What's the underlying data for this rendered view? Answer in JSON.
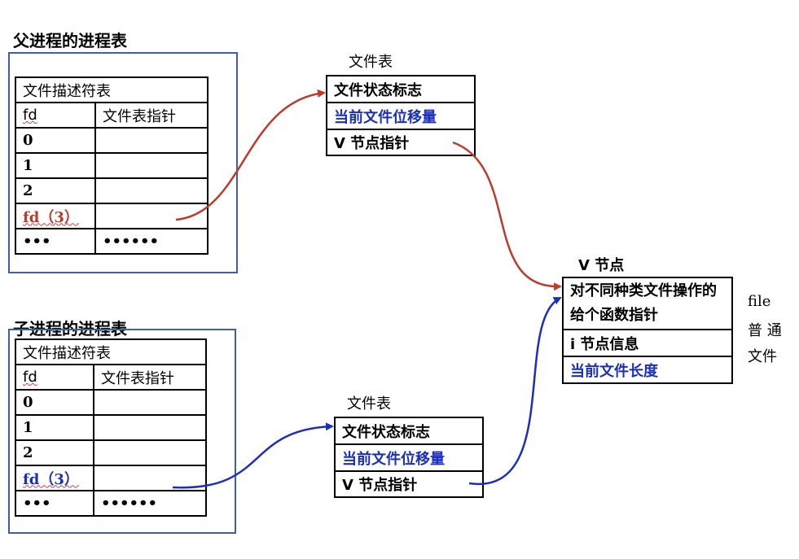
{
  "parent": {
    "title": "父进程的进程表",
    "table_title": "文件描述符表",
    "col_fd": "fd",
    "col_ptr": "文件表指针",
    "rows": [
      "0",
      "1",
      "2",
      "fd（3）",
      "•••"
    ],
    "ptr_last": "••••••"
  },
  "child": {
    "title": "子进程的进程表",
    "table_title": "文件描述符表",
    "col_fd": "fd",
    "col_ptr": "文件表指针",
    "rows": [
      "0",
      "1",
      "2",
      "fd（3）",
      "•••"
    ],
    "ptr_last": "••••••"
  },
  "file_table_top": {
    "title": "文件表",
    "rows": [
      "文件状态标志",
      "当前文件位移量",
      "V 节点指针"
    ]
  },
  "file_table_bottom": {
    "title": "文件表",
    "rows": [
      "文件状态标志",
      "当前文件位移量",
      "V 节点指针"
    ]
  },
  "vnode": {
    "title": "V 节点",
    "rows": [
      "对不同种类文件操作的给个函数指针",
      "i 节点信息",
      "当前文件长度"
    ]
  },
  "file_note": {
    "line1": "file",
    "line2": "普 通",
    "line3": "文件"
  },
  "colors": {
    "parent_arrow": "#c0392b",
    "child_arrow": "#1a2fbf",
    "frame": "#3f5f9f"
  }
}
